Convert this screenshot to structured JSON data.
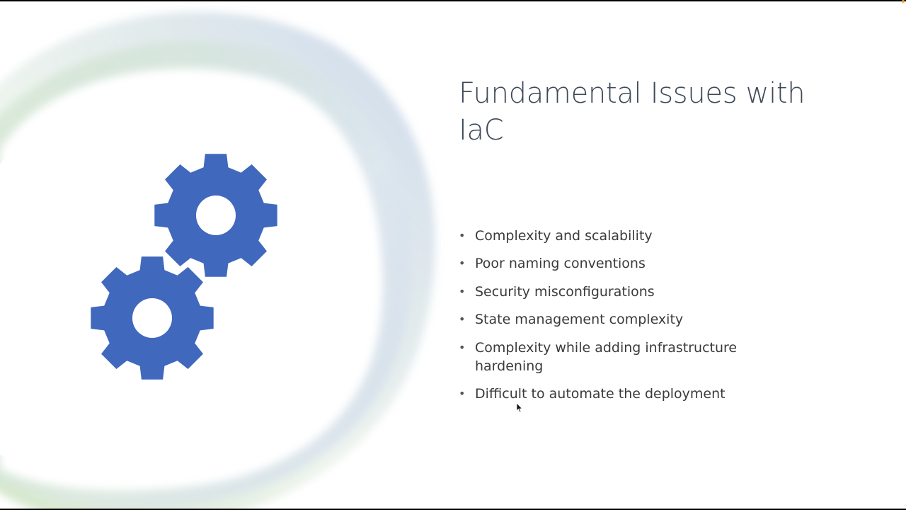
{
  "slide": {
    "title": "Fundamental Issues with IaC",
    "bullets": [
      "Complexity and scalability",
      "Poor naming conventions",
      "Security misconfigurations",
      "State management complexity",
      "Complexity while adding infrastructure hardening",
      "Difficult to automate the deployment"
    ],
    "bullet_glyph": "•",
    "icon": "gears-icon"
  },
  "colors": {
    "gear": "#4068bd",
    "title": "#3f4a58",
    "text": "#3b3b3b",
    "swirl_green": "#a8cf94",
    "swirl_blue": "#a9bde0",
    "background": "#ffffff",
    "frame": "#000000"
  }
}
